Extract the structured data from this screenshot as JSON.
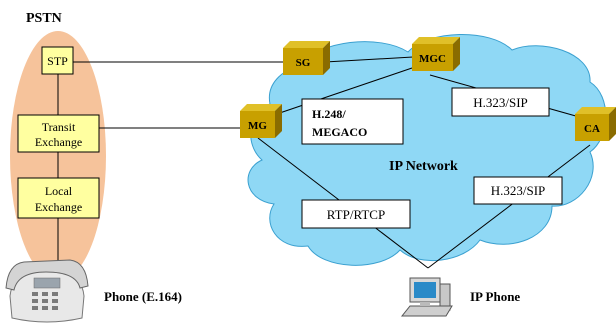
{
  "pstn": {
    "title": "PSTN",
    "nodes": {
      "stp": "STP",
      "transit_line1": "Transit",
      "transit_line2": "Exchange",
      "local_line1": "Local",
      "local_line2": "Exchange"
    },
    "phone_label": "Phone (E.164)"
  },
  "ip_network": {
    "label": "IP Network",
    "gateways": {
      "sg": "SG",
      "mgc": "MGC",
      "mg": "MG",
      "ca": "CA"
    },
    "protocols": {
      "h248_line1": "H.248/",
      "h248_line2": "MEGACO",
      "h323_sip_top": "H.323/SIP",
      "h323_sip_bottom": "H.323/SIP",
      "rtp_rtcp": "RTP/RTCP"
    },
    "ip_phone_label": "IP Phone"
  },
  "colors": {
    "pstn_oval": "#f6c39b",
    "node_fill": "#ffffa0",
    "cloud_fill": "#8fd8f5",
    "gateway_front": "#c8a000",
    "gateway_top": "#e0c028",
    "gateway_side": "#8a6c00",
    "line": "#000000"
  },
  "icons": [
    "telephone-icon",
    "computer-icon"
  ]
}
